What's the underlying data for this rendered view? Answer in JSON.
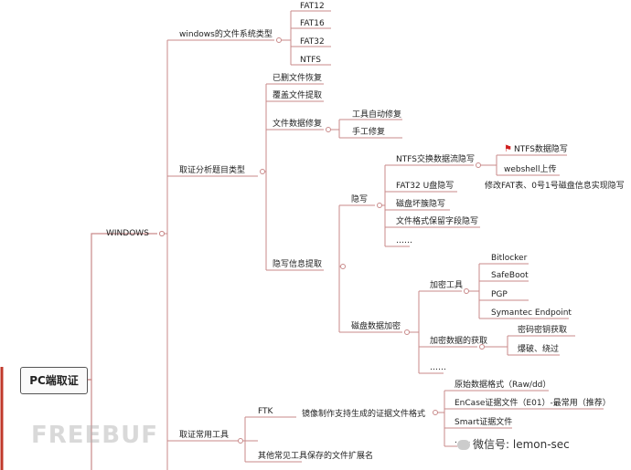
{
  "root": "PC端取证",
  "nodes": {
    "windows": "WINDOWS",
    "fs_types": "windows的文件系统类型",
    "fat12": "FAT12",
    "fat16": "FAT16",
    "fat32": "FAT32",
    "ntfs": "NTFS",
    "evidence_types": "取证分析题目类型",
    "deleted_recovery": "已删文件恢复",
    "overwrite_extract": "覆盖文件提取",
    "data_repair": "文件数据修复",
    "auto_repair": "工具自动修复",
    "manual_repair": "手工修复",
    "stego_extract": "隐写信息提取",
    "stego": "隐写",
    "ntfs_ads": "NTFS交换数据流隐写",
    "ntfs_data_stego": "NTFS数据隐写",
    "webshell": "webshell上传",
    "fat32_usb": "FAT32 U盘隐写",
    "fat32_usb_note": "修改FAT表、0号1号磁盘信息实现隐写",
    "bad_sector": "磁盘坏簇隐写",
    "reserved_field": "文件格式保留字段隐写",
    "stego_more": "……",
    "disk_encrypt": "磁盘数据加密",
    "encrypt_tools": "加密工具",
    "bitlocker": "Bitlocker",
    "safeboot": "SafeBoot",
    "pgp": "PGP",
    "symantec": "Symantec Endpoint",
    "encrypt_data_get": "加密数据的获取",
    "key_get": "密码密钥获取",
    "crack_bypass": "爆破、绕过",
    "encrypt_more": "……",
    "common_tools": "取证常用工具",
    "ftk": "FTK",
    "image_formats": "镜像制作支持生成的证据文件格式",
    "raw_dd": "原始数据格式（Raw/dd）",
    "encase": "EnCase证据文件（E01）-最常用（推荐）",
    "smart": "Smart证据文件",
    "format_more": "……",
    "other_ext": "其他常见工具保存的文件扩展名"
  },
  "watermark_left": "FREEBUF",
  "watermark_right": "微信号: lemon-sec",
  "colors": {
    "branch": "#c98a8a",
    "accent": "#c0392b",
    "root_border": "#555555"
  }
}
